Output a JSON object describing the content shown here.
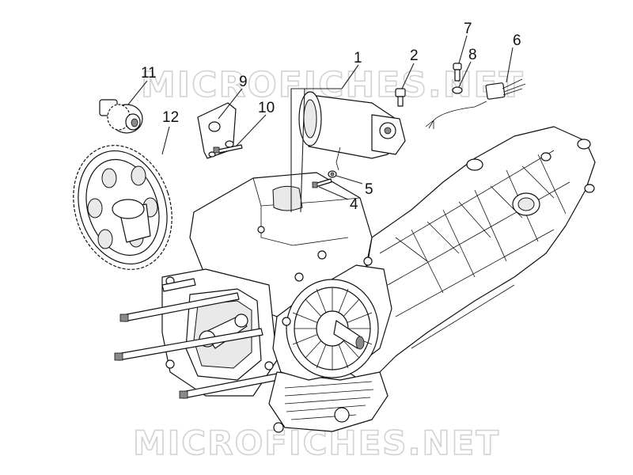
{
  "watermark": {
    "top_text": "MICROFICHES.NET",
    "bottom_text": "MICROFICHES.NET"
  },
  "callouts": [
    {
      "id": "1",
      "label": "1"
    },
    {
      "id": "2",
      "label": "2"
    },
    {
      "id": "4",
      "label": "4"
    },
    {
      "id": "5",
      "label": "5"
    },
    {
      "id": "6",
      "label": "6"
    },
    {
      "id": "7",
      "label": "7"
    },
    {
      "id": "8",
      "label": "8"
    },
    {
      "id": "9",
      "label": "9"
    },
    {
      "id": "10",
      "label": "10"
    },
    {
      "id": "11",
      "label": "11"
    },
    {
      "id": "12",
      "label": "12"
    }
  ]
}
